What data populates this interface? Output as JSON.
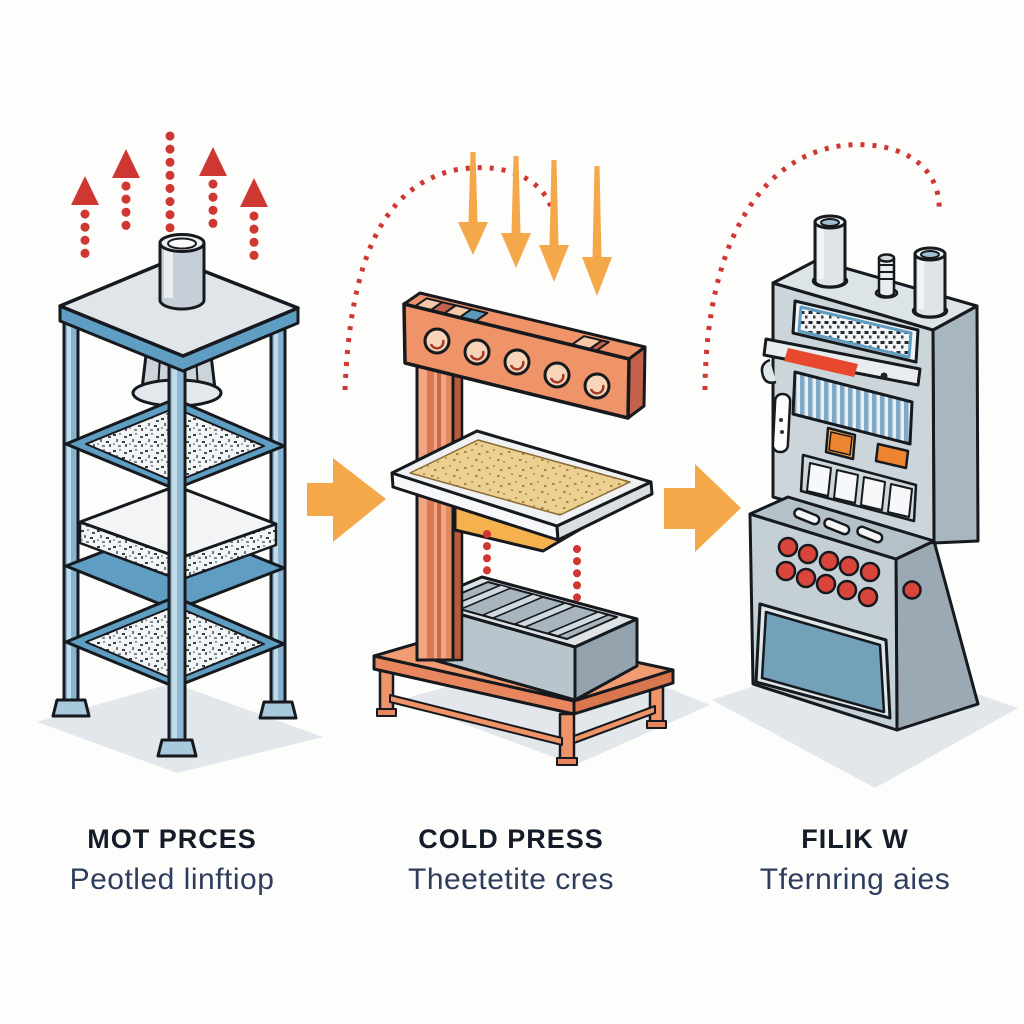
{
  "palette": {
    "bg": "#fdfdfc",
    "arrow-red": "#cf3832",
    "arrow-orange": "#f4a84a",
    "frame-blue": "#5f9dc2",
    "salmon": "#ef9468",
    "salmon-dark": "#c4614a",
    "sand-top": "#ecd092",
    "yellow-block": "#f5b14e",
    "steel-light": "#dfe5e9",
    "mold-gray": "#b9c5cd",
    "panel-blue": "#73a1b9",
    "button-red": "#d9453a",
    "button-orange": "#ed8430",
    "slot-red": "#e8482e",
    "shadow": "#e1e7ea",
    "title-ink": "#131c28",
    "subtitle-ink": "#2e3d5e"
  },
  "stages": [
    {
      "id": "hot-press",
      "title": "MOT PRCES",
      "subtitle": "Peotled linftiop"
    },
    {
      "id": "cold-press",
      "title": "COLD PRESS",
      "subtitle": "Theetetite cres"
    },
    {
      "id": "trimming",
      "title": "FILIK W",
      "subtitle": "Tfernring aies"
    }
  ]
}
